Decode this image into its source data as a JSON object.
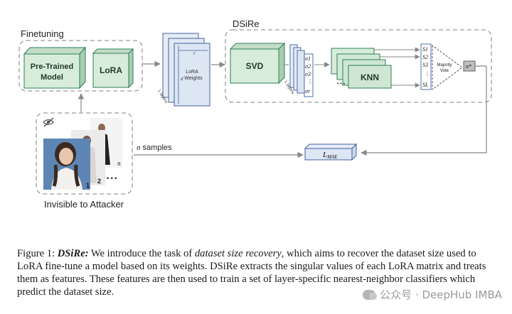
{
  "diagram": {
    "finetuning_label": "Finetuning",
    "pretrained_label_line1": "Pre-Trained",
    "pretrained_label_line2": "Model",
    "lora_label": "LoRA",
    "lora_weights_line1": "LoRA",
    "lora_weights_line2": "Weights",
    "lora_r": "r",
    "lora_d": "d",
    "lora_layers_label": "L layers",
    "dsire_label": "DSiRe",
    "svd_label": "SVD",
    "sv_layers_label": "L layers",
    "sigma_labels": [
      "σ1",
      "σ2",
      "σ3",
      "⋮",
      "σr"
    ],
    "knn_label": "KNN",
    "s_labels": [
      "S1",
      "S2",
      "S3",
      "⋮",
      "SL"
    ],
    "majority_vote_line1": "Majority",
    "majority_vote_line2": "Vote",
    "n_star": "n*",
    "n_samples_label": "n samples",
    "l_mae_label": "LMAE",
    "invisible_label": "Invisible to Attacker",
    "sample_numbers": [
      "1",
      "2",
      "n"
    ],
    "dots": "• • •"
  },
  "caption": {
    "prefix": "Figure 1: ",
    "title": "DSiRe:",
    "text1": " We introduce the task of ",
    "italic_term": "dataset size recovery",
    "text2": ", which aims to recover the dataset size used to LoRA fine-tune a model based on its weights. DSiRe extracts the singular values of each LoRA matrix and treats them as features. These features are then used to train a set of layer-specific nearest-neighbor classifiers which predict the dataset size."
  },
  "watermark": "公众号 · DeepHub IMBA",
  "colors": {
    "box_green_face": "#d7ecd9",
    "box_green_border": "#2e7d5b",
    "box_blue_face": "#dde6f3",
    "box_blue_border": "#4060a0",
    "dashed": "#9a9a9a"
  }
}
